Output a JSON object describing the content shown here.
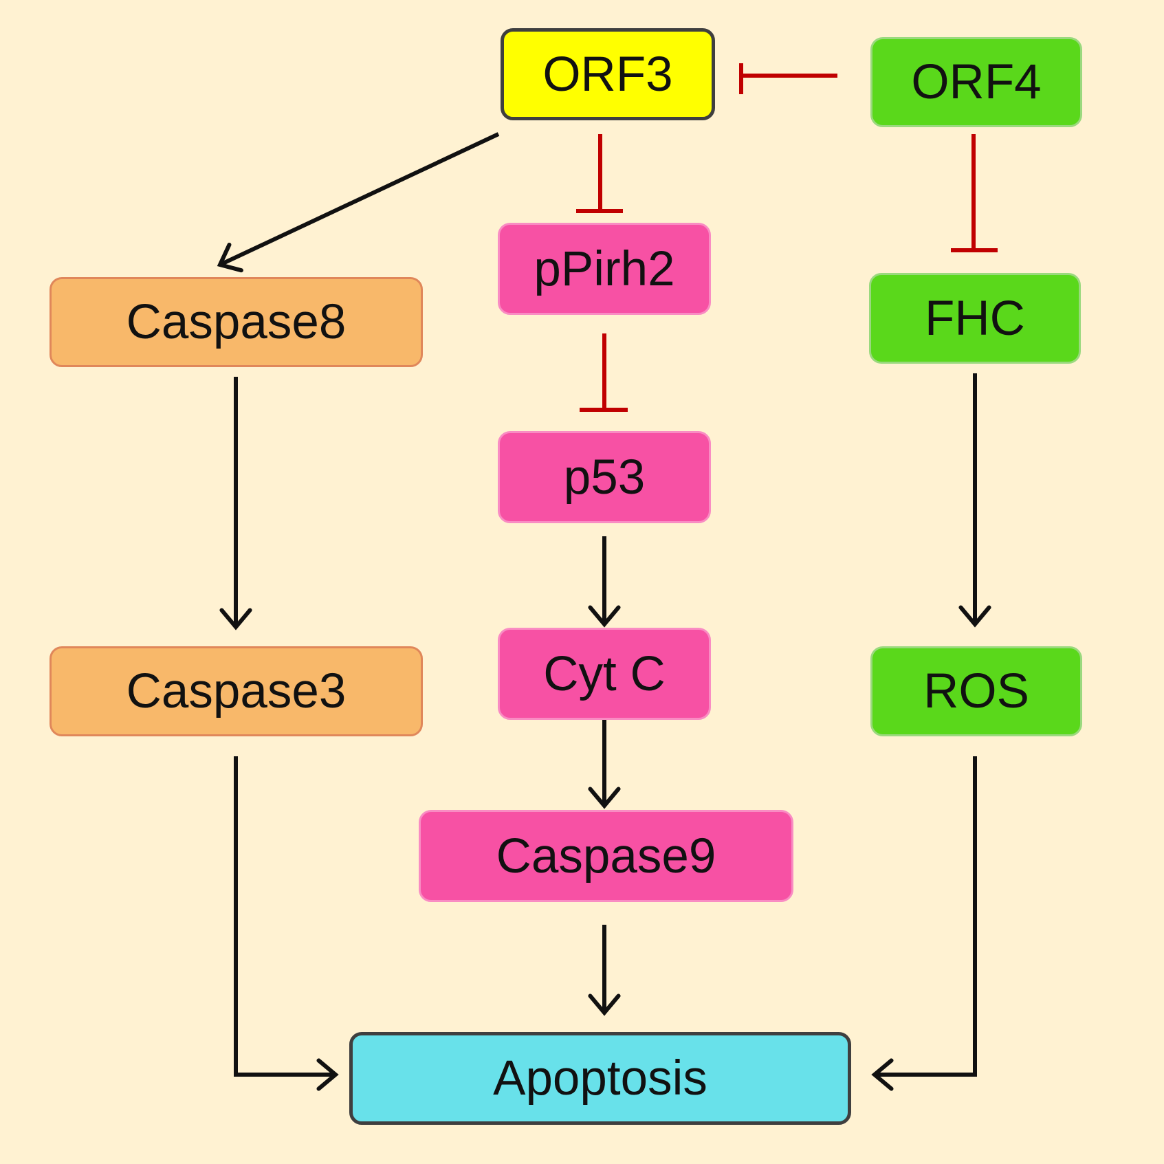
{
  "nodes": {
    "orf3": {
      "label": "ORF3",
      "color": "#ffff00"
    },
    "orf4": {
      "label": "ORF4",
      "color": "#5ad81b"
    },
    "caspase8": {
      "label": "Caspase8",
      "color": "#f8b86a"
    },
    "ppirh2": {
      "label": "pPirh2",
      "color": "#f751a4"
    },
    "fhc": {
      "label": "FHC",
      "color": "#5ad81b"
    },
    "p53": {
      "label": "p53",
      "color": "#f751a4"
    },
    "caspase3": {
      "label": "Caspase3",
      "color": "#f8b86a"
    },
    "cytc": {
      "label": "Cyt C",
      "color": "#f751a4"
    },
    "ros": {
      "label": "ROS",
      "color": "#5ad81b"
    },
    "caspase9": {
      "label": "Caspase9",
      "color": "#f751a4"
    },
    "apoptosis": {
      "label": "Apoptosis",
      "color": "#68e1ea"
    }
  },
  "edges": [
    {
      "from": "orf4",
      "to": "orf3",
      "type": "inhibit"
    },
    {
      "from": "orf3",
      "to": "caspase8",
      "type": "activate"
    },
    {
      "from": "orf3",
      "to": "ppirh2",
      "type": "inhibit"
    },
    {
      "from": "orf4",
      "to": "fhc",
      "type": "inhibit"
    },
    {
      "from": "ppirh2",
      "to": "p53",
      "type": "inhibit"
    },
    {
      "from": "caspase8",
      "to": "caspase3",
      "type": "activate"
    },
    {
      "from": "p53",
      "to": "cytc",
      "type": "activate"
    },
    {
      "from": "fhc",
      "to": "ros",
      "type": "activate"
    },
    {
      "from": "cytc",
      "to": "caspase9",
      "type": "activate"
    },
    {
      "from": "caspase9",
      "to": "apoptosis",
      "type": "activate"
    },
    {
      "from": "caspase3",
      "to": "apoptosis",
      "type": "activate"
    },
    {
      "from": "ros",
      "to": "apoptosis",
      "type": "activate"
    }
  ],
  "colors": {
    "background": "#fff2d2",
    "activate": "#111111",
    "inhibit": "#c00000"
  }
}
